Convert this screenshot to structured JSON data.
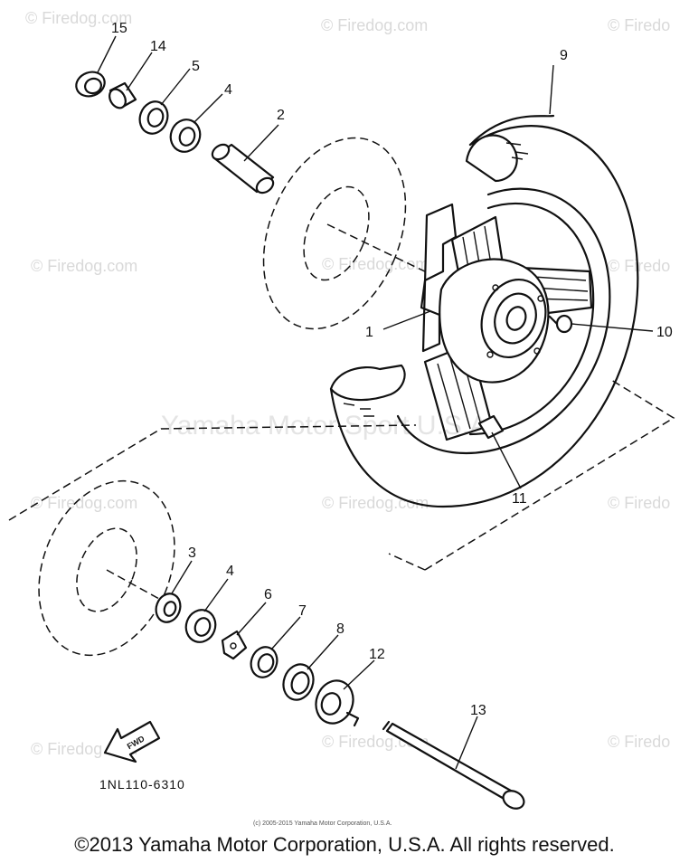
{
  "watermark": {
    "site": "© Firedog.com",
    "site_partial": "© Firedo",
    "center": "Yamaha Motor Sport U.S.A"
  },
  "part_labels": {
    "p1": "1",
    "p2": "2",
    "p3": "3",
    "p4a": "4",
    "p4b": "4",
    "p5": "5",
    "p6": "6",
    "p7": "7",
    "p8": "8",
    "p9": "9",
    "p10": "10",
    "p11": "11",
    "p12": "12",
    "p13": "13",
    "p14": "14",
    "p15": "15"
  },
  "fwd_arrow": {
    "label": "FWD"
  },
  "diagram_code": "1NL110-6310",
  "small_copyright": "(c) 2005-2015 Yamaha Motor Corporation, U.S.A.",
  "copyright": "©2013 Yamaha Motor Corporation, U.S.A. All rights reserved."
}
